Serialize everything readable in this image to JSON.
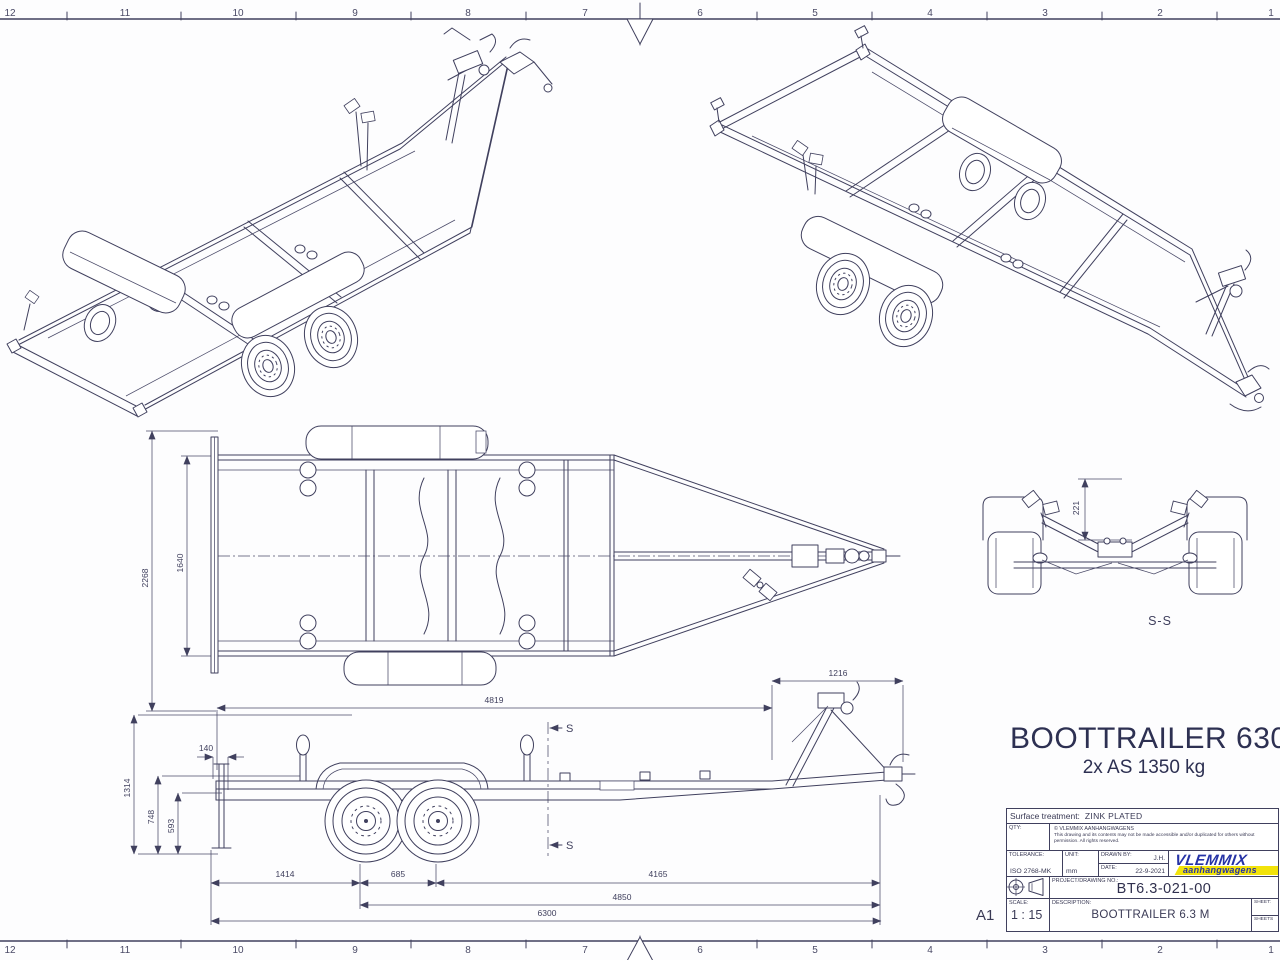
{
  "sheet": {
    "paper_size": "A1"
  },
  "ruler": {
    "numbers": [
      "12",
      "11",
      "10",
      "9",
      "8",
      "7",
      "6",
      "5",
      "4",
      "3",
      "2",
      "1"
    ]
  },
  "heading": {
    "title": "BOOTTRAILER 630",
    "subtitle": "2x AS 1350 kg"
  },
  "dims": {
    "d2268": "2268",
    "d1640": "1640",
    "d221": "221",
    "d1216": "1216",
    "d4819": "4819",
    "d140": "140",
    "d1314": "1314",
    "d748": "748",
    "d593": "593",
    "d1414": "1414",
    "d685": "685",
    "d4165": "4165",
    "d4850": "4850",
    "d6300": "6300"
  },
  "section": {
    "label": "S-S",
    "mark": "S"
  },
  "title_block": {
    "surface_label": "Surface treatment:",
    "surface_value": "ZINK PLATED",
    "qty_label": "QTY:",
    "copyright_line1": "© VLEMMIX AANHANGWAGENS",
    "copyright_line2": "This drawing and its contents may not be made accessible and/or duplicated for others without permission. All rights reserved.",
    "tolerance_label": "TOLERANCE:",
    "tolerance_value": "ISO 2768-MK",
    "unit_label": "UNIT:",
    "unit_value": "mm",
    "drawn_label": "DRAWN BY:",
    "drawn_value": "J.H.",
    "date_label": "DATE:",
    "date_value": "22-9-2021",
    "logo_name": "VLEMMIX",
    "logo_sub": "aanhangwagens",
    "project_label": "PROJECT/DRAWING NO.:",
    "project_value": "BT6.3-021-00",
    "scale_label": "SCALE:",
    "scale_value": "1 : 15",
    "desc_label": "DESCRIPTION:",
    "desc_value": "BOOTTRAILER 6.3 M",
    "sheet_label": "SHEET:",
    "sheets_label": "SHEETS"
  }
}
